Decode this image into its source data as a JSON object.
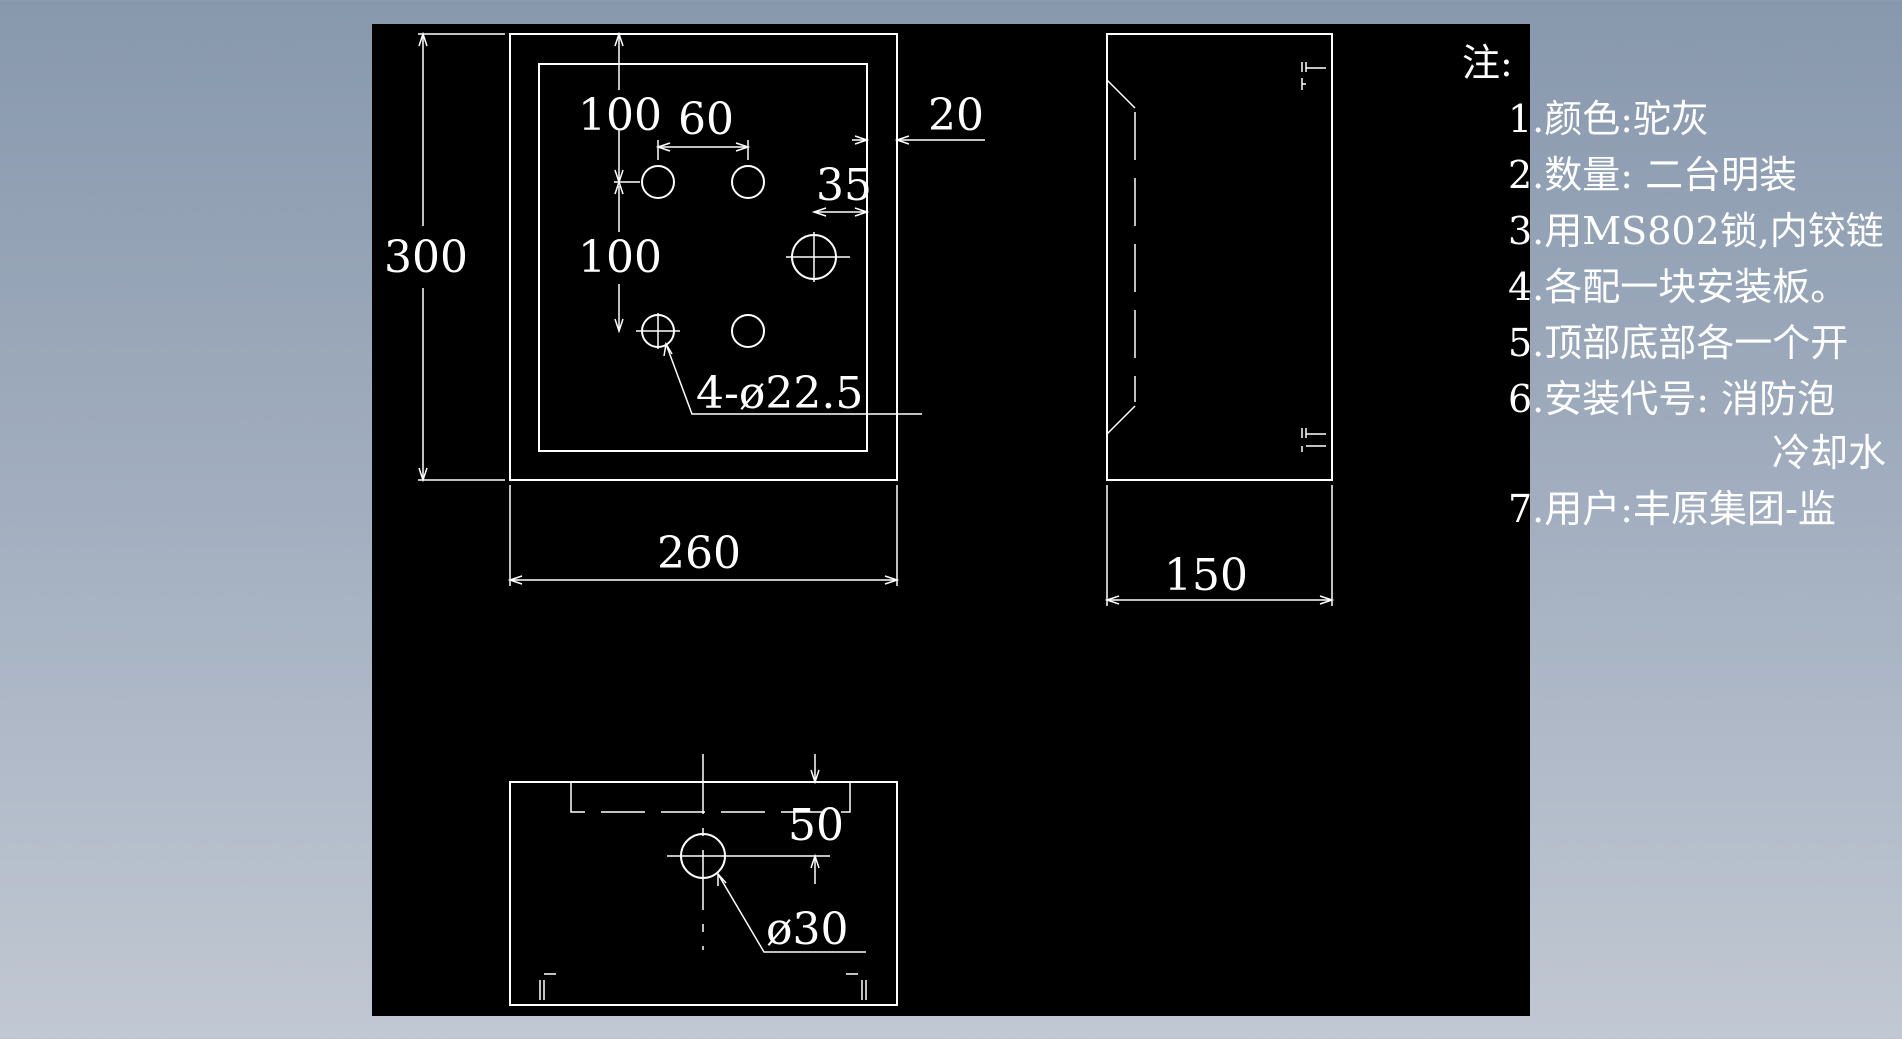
{
  "colors": {
    "canvas": "#000000",
    "line": "#ffffff"
  },
  "front_view": {
    "height_dim": "300",
    "width_dim": "260",
    "top_hole_offset": "100",
    "hole_spacing_h": "60",
    "hole_spacing_v": "100",
    "side_offset": "35",
    "frame_offset": "20",
    "holes_callout": "4-ø22.5"
  },
  "side_view": {
    "depth_dim": "150"
  },
  "bottom_view": {
    "hole_offset": "50",
    "hole_callout": "ø30"
  },
  "notes": {
    "title": "注:",
    "items": [
      "1.颜色:驼灰",
      "2.数量: 二台明装",
      "3.用MS802锁,内铰链",
      "4.各配一块安装板。",
      "5.顶部底部各一个开",
      "6.安装代号: 消防泡",
      "冷却水",
      "7.用户:丰原集团-监"
    ]
  }
}
